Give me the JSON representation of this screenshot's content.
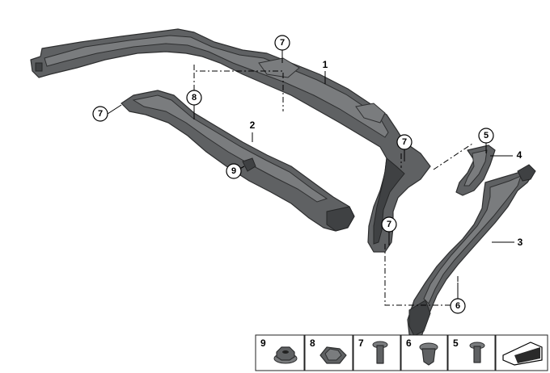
{
  "callouts": {
    "c7a": "7",
    "c7b": "7",
    "c7c": "7",
    "c7d": "7",
    "c8": "8",
    "c9": "9",
    "c5": "5",
    "c6": "6"
  },
  "labels": {
    "l1": "1",
    "l2": "2",
    "l3": "3",
    "l4": "4"
  },
  "legend": [
    "9",
    "8",
    "7",
    "6",
    "5"
  ]
}
